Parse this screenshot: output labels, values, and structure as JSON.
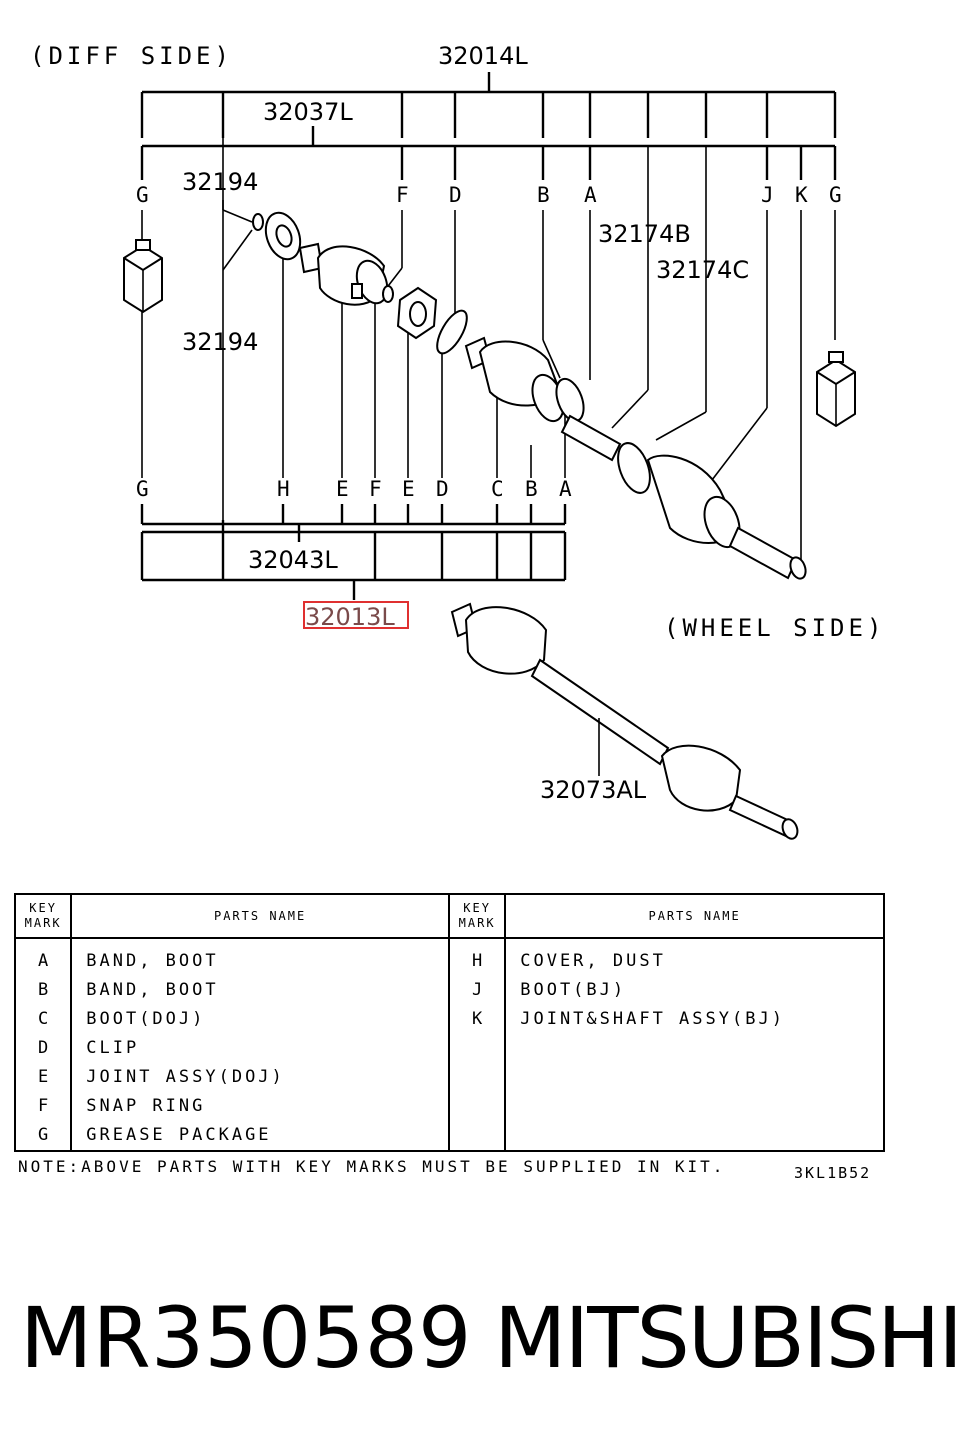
{
  "diagram": {
    "diff_side": "(DIFF SIDE)",
    "wheel_side": "(WHEEL SIDE)",
    "callouts": {
      "c32014L": "32014L",
      "c32037L": "32037L",
      "c32194a": "32194",
      "c32194b": "32194",
      "c32174B": "32174B",
      "c32174C": "32174C",
      "c32043L": "32043L",
      "c32013L": "32013L",
      "c32073AL": "32073AL"
    },
    "top_keys": [
      "G",
      "F",
      "D",
      "B",
      "A",
      "J",
      "K",
      "G"
    ],
    "bottom_keys": [
      "G",
      "H",
      "E",
      "F",
      "E",
      "D",
      "C",
      "B",
      "A"
    ],
    "highlight_color": "#e03030"
  },
  "table": {
    "key_mark_line1": "KEY",
    "key_mark_line2": "MARK",
    "parts_name_header": "PARTS NAME",
    "left": [
      {
        "key": "A",
        "name": "BAND, BOOT"
      },
      {
        "key": "B",
        "name": "BAND, BOOT"
      },
      {
        "key": "C",
        "name": "BOOT(DOJ)"
      },
      {
        "key": "D",
        "name": "CLIP"
      },
      {
        "key": "E",
        "name": "JOINT ASSY(DOJ)"
      },
      {
        "key": "F",
        "name": "SNAP RING"
      },
      {
        "key": "G",
        "name": "GREASE PACKAGE"
      }
    ],
    "right": [
      {
        "key": "H",
        "name": "COVER, DUST"
      },
      {
        "key": "J",
        "name": "BOOT(BJ)"
      },
      {
        "key": "K",
        "name": "JOINT&SHAFT ASSY(BJ)"
      }
    ]
  },
  "note": "NOTE:ABOVE PARTS WITH KEY MARKS MUST BE SUPPLIED IN KIT.",
  "diagram_code": "3KL1B52",
  "footer": {
    "part_number": "MR350589",
    "brand": "MITSUBISHI"
  }
}
